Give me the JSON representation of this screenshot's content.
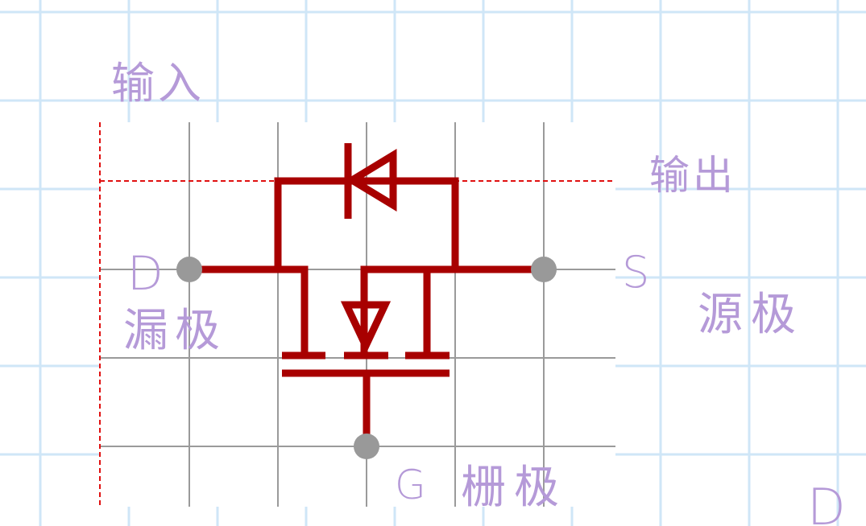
{
  "annotations": {
    "input": "输入",
    "output": "输出",
    "drain_letter": "D",
    "drain_name": "漏极",
    "source_letter": "S",
    "source_name": "源极",
    "gate_letter": "G",
    "gate_name": "栅极",
    "corner_letter": "D"
  },
  "colors": {
    "paper_grid": "#cfe6f7",
    "schematic_grid": "#9a9a9a",
    "symbol": "#a80000",
    "frame_dash": "#e01010",
    "pin": "#999999",
    "handwriting": "#b59ad8"
  },
  "symbol": {
    "type": "n-channel MOSFET with body diode",
    "pins": [
      "drain",
      "source",
      "gate"
    ]
  }
}
